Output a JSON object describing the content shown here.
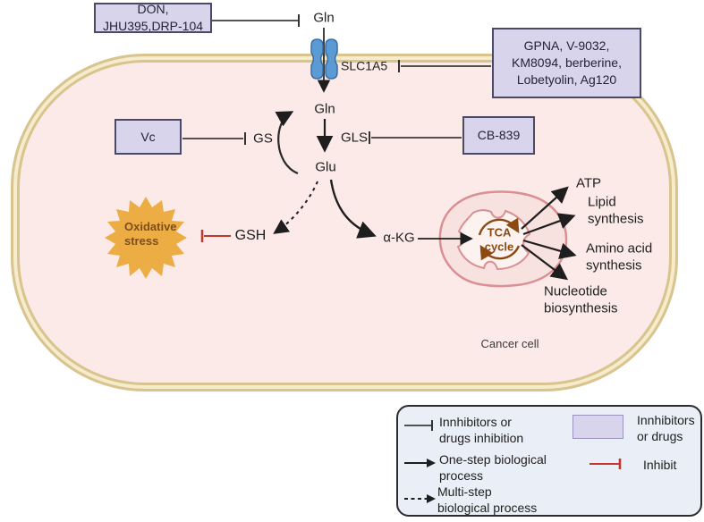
{
  "figure": {
    "type": "metabolic-pathway-diagram",
    "cell_label": "Cancer cell"
  },
  "colors": {
    "drug_box_fill": "#d8d4ec",
    "drug_box_border": "#4a4a66",
    "cell_fill": "#fbeae8",
    "membrane_tan": "#d9c48f",
    "inhibit_red": "#c0392b",
    "star_fill": "#edad45",
    "star_text": "#7d4e1b",
    "mitochondrion_stroke": "#d98f94",
    "mitochondrion_fill": "#f8e2df",
    "tca_brown": "#8b4a12",
    "transporter_blue": "#5b9ad2",
    "legend_bg": "#eaeef6"
  },
  "drug_boxes": {
    "don": "DON,\nJHU395,DRP-104",
    "gpna": "GPNA, V-9032,\nKM8094, berberine,\nLobetyolin, Ag120",
    "vc": "Vc",
    "cb839": "CB-839"
  },
  "nodes": {
    "gln_extracellular": "Gln",
    "slc1a5": "SLC1A5",
    "gln_intracellular": "Gln",
    "gs": "GS",
    "gls": "GLS",
    "glu": "Glu",
    "gsh": "GSH",
    "alpha_kg": "α-KG",
    "oxidative_stress": "Oxidative\nstress",
    "tca_cycle": "TCA\ncycle",
    "cancer_cell": "Cancer cell"
  },
  "outputs": [
    "ATP",
    "Lipid\nsynthesis",
    "Amino acid\nsynthesis",
    "Nucleotide\nbiosynthesis"
  ],
  "legend": {
    "items": [
      {
        "symbol": "inhibition-line",
        "label": "Innhibitors or\ndrugs inhibition"
      },
      {
        "symbol": "solid-arrow",
        "label": "One-step biological\nprocess"
      },
      {
        "symbol": "dashed-arrow",
        "label": "Multi-step\nbiological process"
      }
    ],
    "right_items": [
      {
        "symbol": "drug-box-swatch",
        "label": "Innhibitors\nor drugs"
      },
      {
        "symbol": "red-inhibit",
        "label": "Inhibit"
      }
    ]
  }
}
